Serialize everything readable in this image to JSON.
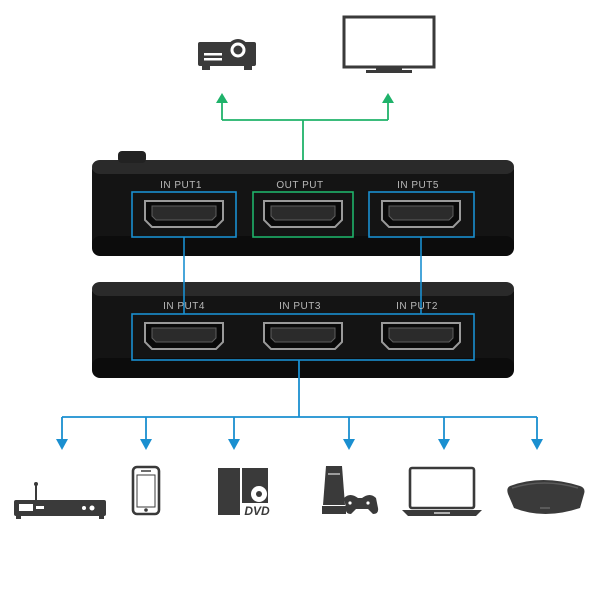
{
  "colors": {
    "output_line": "#1fb26a",
    "input_line": "#1a8fd0",
    "device_body": "#141414",
    "icon_gray": "#3a3a3a",
    "label_gray": "#b8b8b8"
  },
  "outputs": {
    "targets": [
      {
        "icon": "projector-icon"
      },
      {
        "icon": "monitor-icon"
      }
    ]
  },
  "switch": {
    "top_row": {
      "ports": [
        {
          "label": "IN PUT1",
          "kind": "input"
        },
        {
          "label": "OUT PUT",
          "kind": "output"
        },
        {
          "label": "IN PUT5",
          "kind": "input"
        }
      ]
    },
    "bottom_row": {
      "ports": [
        {
          "label": "IN PUT4",
          "kind": "input"
        },
        {
          "label": "IN PUT3",
          "kind": "input"
        },
        {
          "label": "IN PUT2",
          "kind": "input"
        }
      ]
    }
  },
  "sources": {
    "devices": [
      {
        "icon": "set-top-box-icon"
      },
      {
        "icon": "smartphone-icon"
      },
      {
        "icon": "dvd-player-icon",
        "text": "DVD"
      },
      {
        "icon": "game-console-icon"
      },
      {
        "icon": "laptop-icon"
      },
      {
        "icon": "media-box-icon"
      }
    ]
  }
}
